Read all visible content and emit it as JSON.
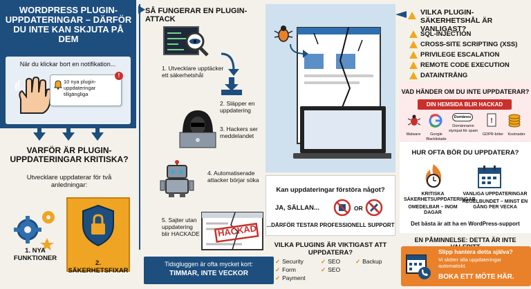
{
  "title": "WordPress plugin-uppdateringar – därför du inte kan skjuta på dem",
  "notification": {
    "intro": "När du klickar bort en notifikation...",
    "popup": "10 nya plugin-uppdateringar tillgängliga",
    "badge": "!"
  },
  "why": {
    "title": "Varför är plugin-uppdateringar kritiska?",
    "subtitle": "Utvecklare uppdaterar för två anledningar:",
    "reason1": "1. NYA FUNKTIONER",
    "reason2": "2. SÄKERHETSFIXAR"
  },
  "attack": {
    "title": "Så fungerar en plugin-attack",
    "step1": "1. Utvecklare upptäcker ett säkerhetshål",
    "step2": "2. Släpper en uppdatering",
    "step3": "3. Hackers ser meddelandet",
    "step4": "4. Automatiserade attacker börjar söka",
    "step5": "5. Sajter utan uppdatering blir HACKADE",
    "stamp": "HACKAD",
    "time_line1": "Tidsgluggen är ofta mycket kort:",
    "time_line2": "TIMMAR, INTE VECKOR"
  },
  "break": {
    "question": "Kan uppdateringar förstöra något?",
    "answer": "JA, SÄLLAN...",
    "or": "OR",
    "conclusion": "...DÄRFÖR TESTAR PROFESSIONELL SUPPORT"
  },
  "important": {
    "title": "Vilka plugins är viktigast att uppdatera?",
    "items": [
      "Security",
      "SEO",
      "Backup",
      "Form",
      "SEO",
      "Payment"
    ]
  },
  "vulnerabilities": {
    "title": "Vilka plugin-säkerhetshål är vanligast?",
    "items": [
      "SQL-INJECTION",
      "CROSS-SITE SCRIPTING (XSS)",
      "PRIVILEGE ESCALATION",
      "REMOTE CODE EXECUTION",
      "DATAINTRÅNG"
    ]
  },
  "consequences": {
    "title": "Vad händer om du inte uppdaterar?",
    "badge": "DIN HEMSIDA BLIR HACKAD",
    "items": [
      "Malware",
      "Google Blacklistade",
      "Domännamn stympat för spam",
      "GDPR-böter",
      "Kostnader"
    ],
    "domain_chip": "Domänes"
  },
  "frequency": {
    "title": "Hur ofta bör du uppdatera?",
    "critical_label": "KRITISKA SÄKERHETSUPPDATERINGAR",
    "critical_when": "OMEDELBAR – INOM DAGAR",
    "regular_label": "VANLIGA UPPDATERINGAR",
    "regular_when": "REGELBUNDET – MINST EN GÅNG PER VECKA",
    "best": "Det bästa är att ha en WordPress-support"
  },
  "reminder": {
    "title": "En påminnelse: detta är inte valfritt",
    "cta_line1": "Slipp hantera detta själva?",
    "cta_line2": "Vi sköter alla uppdateringar automatiskt.",
    "cta_button": "BOKA ETT MÖTE HÄR."
  },
  "colors": {
    "navy": "#1d4e7e",
    "orange": "#e9812a",
    "red": "#c9302c",
    "warning": "#f2a81d"
  }
}
